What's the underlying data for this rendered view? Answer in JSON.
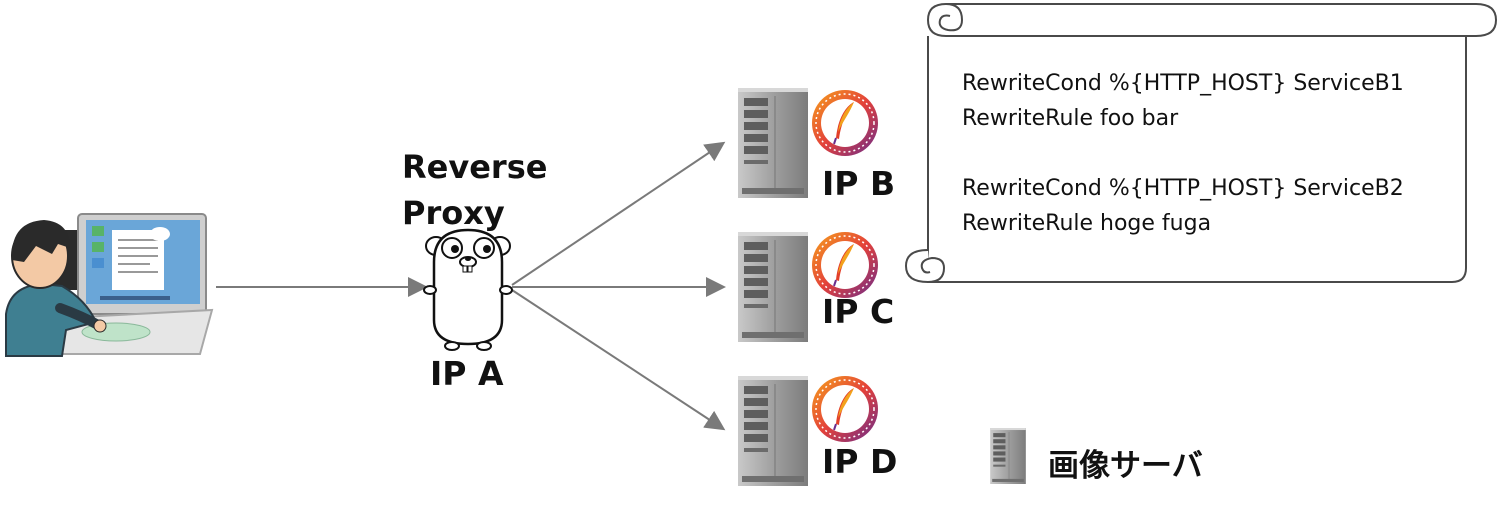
{
  "proxy": {
    "title_line1": "Reverse",
    "title_line2": "Proxy",
    "ip": "IP A"
  },
  "servers": [
    {
      "ip": "IP B"
    },
    {
      "ip": "IP C"
    },
    {
      "ip": "IP D"
    }
  ],
  "config_lines": [
    "RewriteCond %{HTTP_HOST} ServiceB1",
    "RewriteRule foo bar",
    "",
    "RewriteCond %{HTTP_HOST} ServiceB2",
    "RewriteRule hoge fuga"
  ],
  "legend": {
    "label": "画像サーバ"
  },
  "colors": {
    "arrow": "#7a7a7a",
    "server_body": "#9a9a9a",
    "badge_orange": "#f26b21",
    "badge_purple": "#6a2c8c",
    "user_shirt": "#3f7f91",
    "monitor_screen": "#6aa6d8"
  },
  "icons": {
    "user": "user-at-computer-icon",
    "proxy": "gopher-icon",
    "server": "server-icon",
    "badge": "apache-feather-icon",
    "config": "scroll-icon"
  }
}
